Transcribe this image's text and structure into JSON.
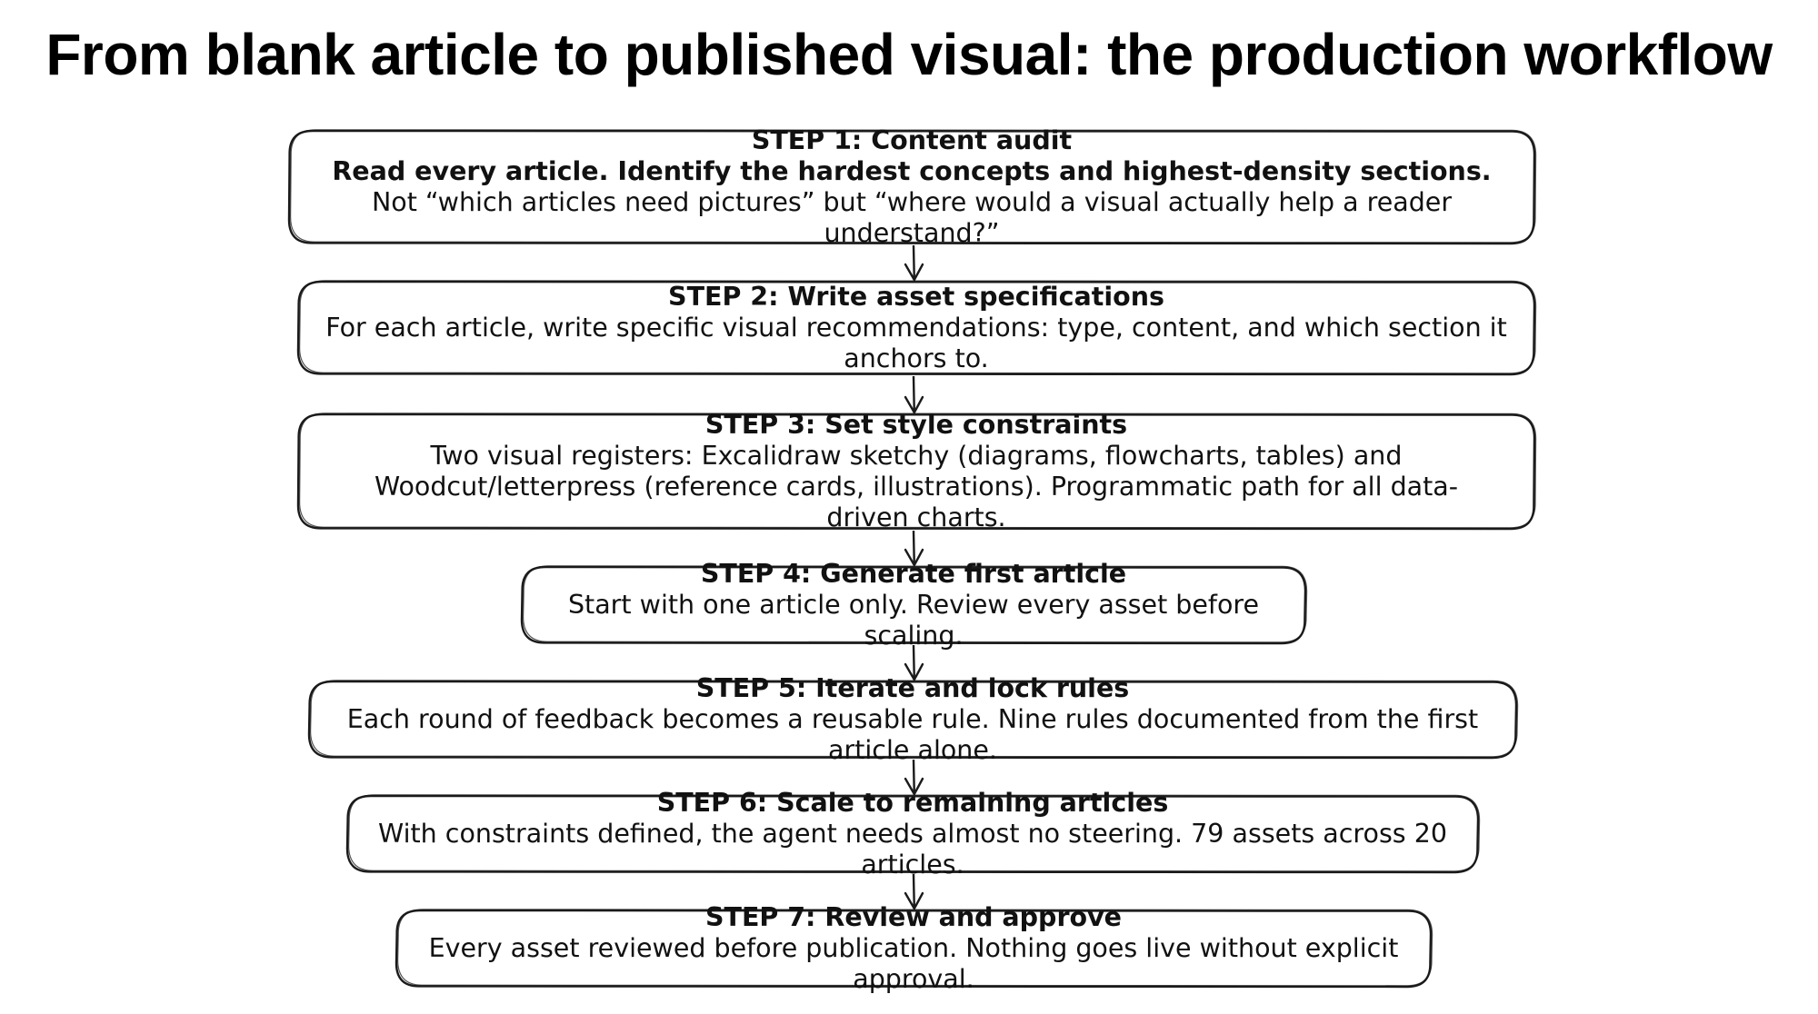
{
  "title": "From blank article to published visual: the production workflow",
  "steps": [
    {
      "title": "STEP 1: Content audit",
      "lead": "Read every article. Identify the hardest concepts and highest-density sections.",
      "body": "Not “which articles need pictures” but “where would a visual actually help a reader understand?”"
    },
    {
      "title": "STEP 2: Write asset specifications",
      "body": "For each article, write specific visual recommendations: type, content, and which section it anchors to."
    },
    {
      "title": "STEP 3: Set style constraints",
      "body": "Two visual registers: Excalidraw sketchy (diagrams, flowcharts, tables) and Woodcut/letterpress (reference cards, illustrations). Programmatic path for all data-driven charts."
    },
    {
      "title": "STEP 4: Generate first article",
      "body": "Start with one article only. Review every asset before scaling."
    },
    {
      "title": "STEP 5: Iterate and lock rules",
      "body": "Each round of feedback becomes a reusable rule. Nine rules documented from the first article alone."
    },
    {
      "title": "STEP 6: Scale to remaining articles",
      "body": "With constraints defined, the agent needs almost no steering. 79 assets across 20 articles."
    },
    {
      "title": "STEP 7: Review and approve",
      "body": "Every asset reviewed before publication. Nothing goes live without explicit approval."
    }
  ]
}
